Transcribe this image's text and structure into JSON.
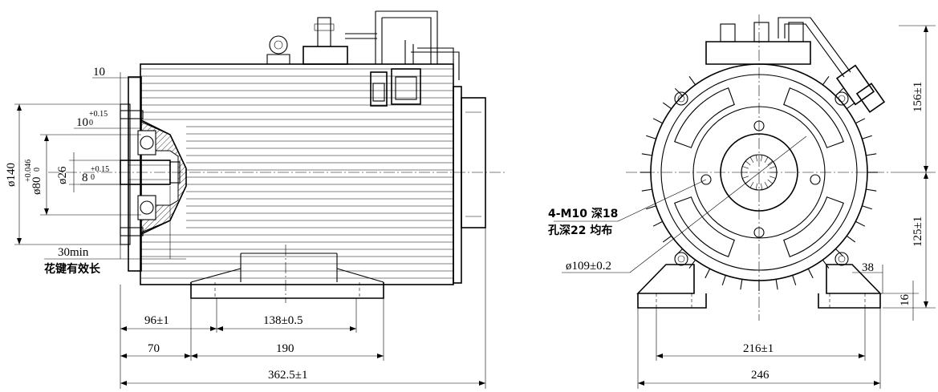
{
  "side_view": {
    "dims": {
      "d_10": "10",
      "d_10tol": "10",
      "d_10tol_up": "+0.15",
      "d_10tol_lo": "0",
      "d_phi140": "ø140",
      "d_phi80": "ø80",
      "d_phi80_up": "+0.046",
      "d_phi80_lo": "0",
      "d_phi26": "ø26",
      "d_8": "8",
      "d_8_up": "+0.15",
      "d_8_lo": "0",
      "d_30min": "30min",
      "d_spline_note": "花键有效长",
      "d_96": "96±1",
      "d_138": "138±0.5",
      "d_70": "70",
      "d_190": "190",
      "d_362": "362.5±1"
    }
  },
  "front_view": {
    "dims": {
      "note_thread": "4-M10 深18",
      "note_hole": "孔深22 均布",
      "d_phi109": "ø109±0.2",
      "d_156": "156±1",
      "d_125": "125±1",
      "d_38": "38",
      "d_16": "16",
      "d_216": "216±1",
      "d_246": "246"
    }
  }
}
